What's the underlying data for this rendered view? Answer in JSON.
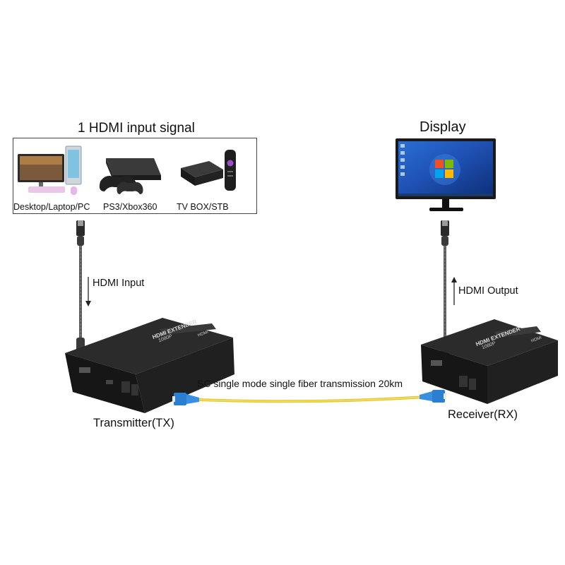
{
  "sources": {
    "title": "1 HDMI input signal",
    "items": [
      {
        "label": "Desktop/Laptop/PC",
        "icon": "desktop-pc-icon"
      },
      {
        "label": "PS3/Xbox360",
        "icon": "game-console-icon"
      },
      {
        "label": "TV BOX/STB",
        "icon": "tv-box-icon"
      }
    ]
  },
  "display": {
    "title": "Display"
  },
  "links": {
    "input_label": "HDMI Input",
    "output_label": "HDMI Output",
    "fiber_label": "SC single mode single fiber transmission 20km"
  },
  "devices": {
    "tx_label": "Transmitter(TX)",
    "rx_label": "Receiver(RX)",
    "panel_text": "HDMI EXTENDER",
    "resolution": "1080P",
    "brand": "HDMI"
  },
  "colors": {
    "fiber": "#e6c832",
    "connector": "#2a7fd1",
    "device": "#1b1b1b",
    "cable": "#555555"
  }
}
